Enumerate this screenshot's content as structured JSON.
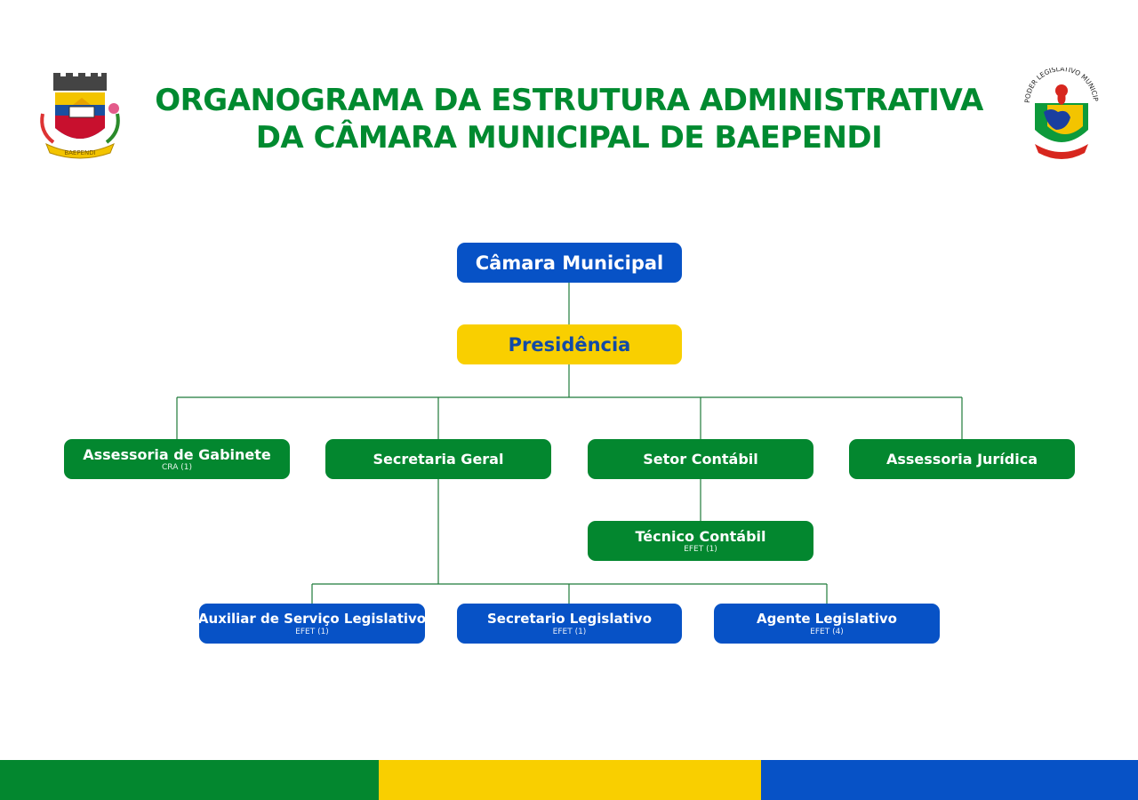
{
  "title": {
    "line1": "ORGANOGRAMA DA ESTRUTURA ADMINISTRATIVA",
    "line2": "DA CÂMARA MUNICIPAL DE BAEPENDI"
  },
  "logos": {
    "left": {
      "icon": "municipal-coat-of-arms-icon",
      "ribbon_text": "BAEPENDI"
    },
    "right": {
      "icon": "legislative-power-emblem-icon",
      "arc_text": "PODER LEGISLATIVO MUNICIPAL"
    }
  },
  "nodes": {
    "camara": {
      "label": "Câmara Municipal"
    },
    "presidencia": {
      "label": "Presidência"
    },
    "assessoria_gabinete": {
      "label": "Assessoria de Gabinete",
      "sub": "CRA (1)"
    },
    "secretaria_geral": {
      "label": "Secretaria Geral"
    },
    "setor_contabil": {
      "label": "Setor Contábil"
    },
    "assessoria_juridica": {
      "label": "Assessoria Jurídica"
    },
    "tecnico_contabil": {
      "label": "Técnico Contábil",
      "sub": "EFET (1)"
    },
    "auxiliar": {
      "label": "Auxiliar de Serviço Legislativo",
      "sub": "EFET (1)"
    },
    "secretario": {
      "label": "Secretario Legislativo",
      "sub": "EFET (1)"
    },
    "agente": {
      "label": "Agente Legislativo",
      "sub": "EFET (4)"
    }
  },
  "colors": {
    "green": "#03872f",
    "yellow": "#f9cf00",
    "blue": "#0752c6",
    "title": "#008a30",
    "connector": "#1f7a3a"
  }
}
